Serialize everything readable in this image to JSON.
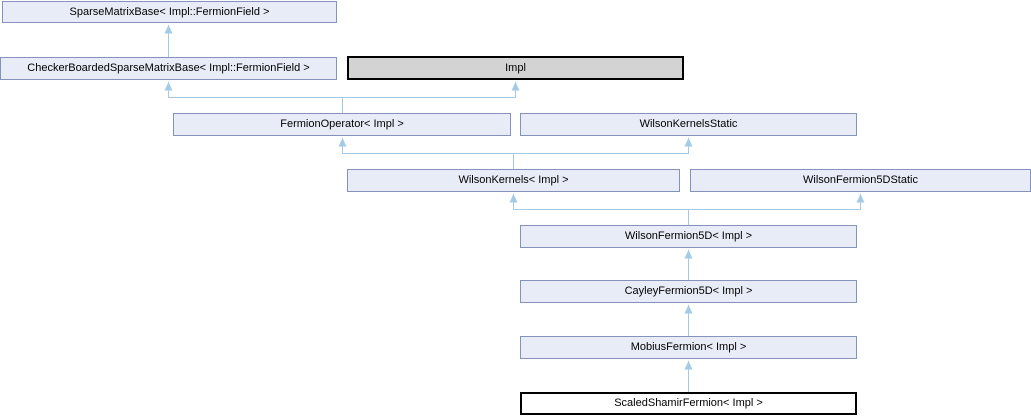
{
  "diagram": {
    "type": "class-inheritance-graph",
    "nodes": {
      "sparse_matrix_base": {
        "label": "SparseMatrixBase< Impl::FermionField >"
      },
      "checker_boarded_sparse_matrix_base": {
        "label": "CheckerBoardedSparseMatrixBase< Impl::FermionField >"
      },
      "impl": {
        "label": "Impl"
      },
      "fermion_operator": {
        "label": "FermionOperator< Impl >"
      },
      "wilson_kernels_static": {
        "label": "WilsonKernelsStatic"
      },
      "wilson_kernels": {
        "label": "WilsonKernels< Impl >"
      },
      "wilson_fermion_5d_static": {
        "label": "WilsonFermion5DStatic"
      },
      "wilson_fermion_5d": {
        "label": "WilsonFermion5D< Impl >"
      },
      "cayley_fermion_5d": {
        "label": "CayleyFermion5D< Impl >"
      },
      "mobius_fermion": {
        "label": "MobiusFermion< Impl >"
      },
      "scaled_shamir_fermion": {
        "label": "ScaledShamirFermion< Impl >"
      }
    },
    "edges": [
      {
        "from": "checker_boarded_sparse_matrix_base",
        "to": "sparse_matrix_base"
      },
      {
        "from": "fermion_operator",
        "to": "checker_boarded_sparse_matrix_base"
      },
      {
        "from": "fermion_operator",
        "to": "impl"
      },
      {
        "from": "wilson_kernels",
        "to": "fermion_operator"
      },
      {
        "from": "wilson_kernels",
        "to": "wilson_kernels_static"
      },
      {
        "from": "wilson_fermion_5d",
        "to": "wilson_kernels"
      },
      {
        "from": "wilson_fermion_5d",
        "to": "wilson_fermion_5d_static"
      },
      {
        "from": "cayley_fermion_5d",
        "to": "wilson_fermion_5d"
      },
      {
        "from": "mobius_fermion",
        "to": "cayley_fermion_5d"
      },
      {
        "from": "scaled_shamir_fermion",
        "to": "mobius_fermion"
      }
    ],
    "colors": {
      "node_fill": "#e8ecf7",
      "node_border": "#8592bb",
      "impl_fill": "#d3d3d3",
      "impl_border": "#000000",
      "current_fill": "#ffffff",
      "current_border": "#000000",
      "edge_color": "#a3cae6"
    }
  }
}
